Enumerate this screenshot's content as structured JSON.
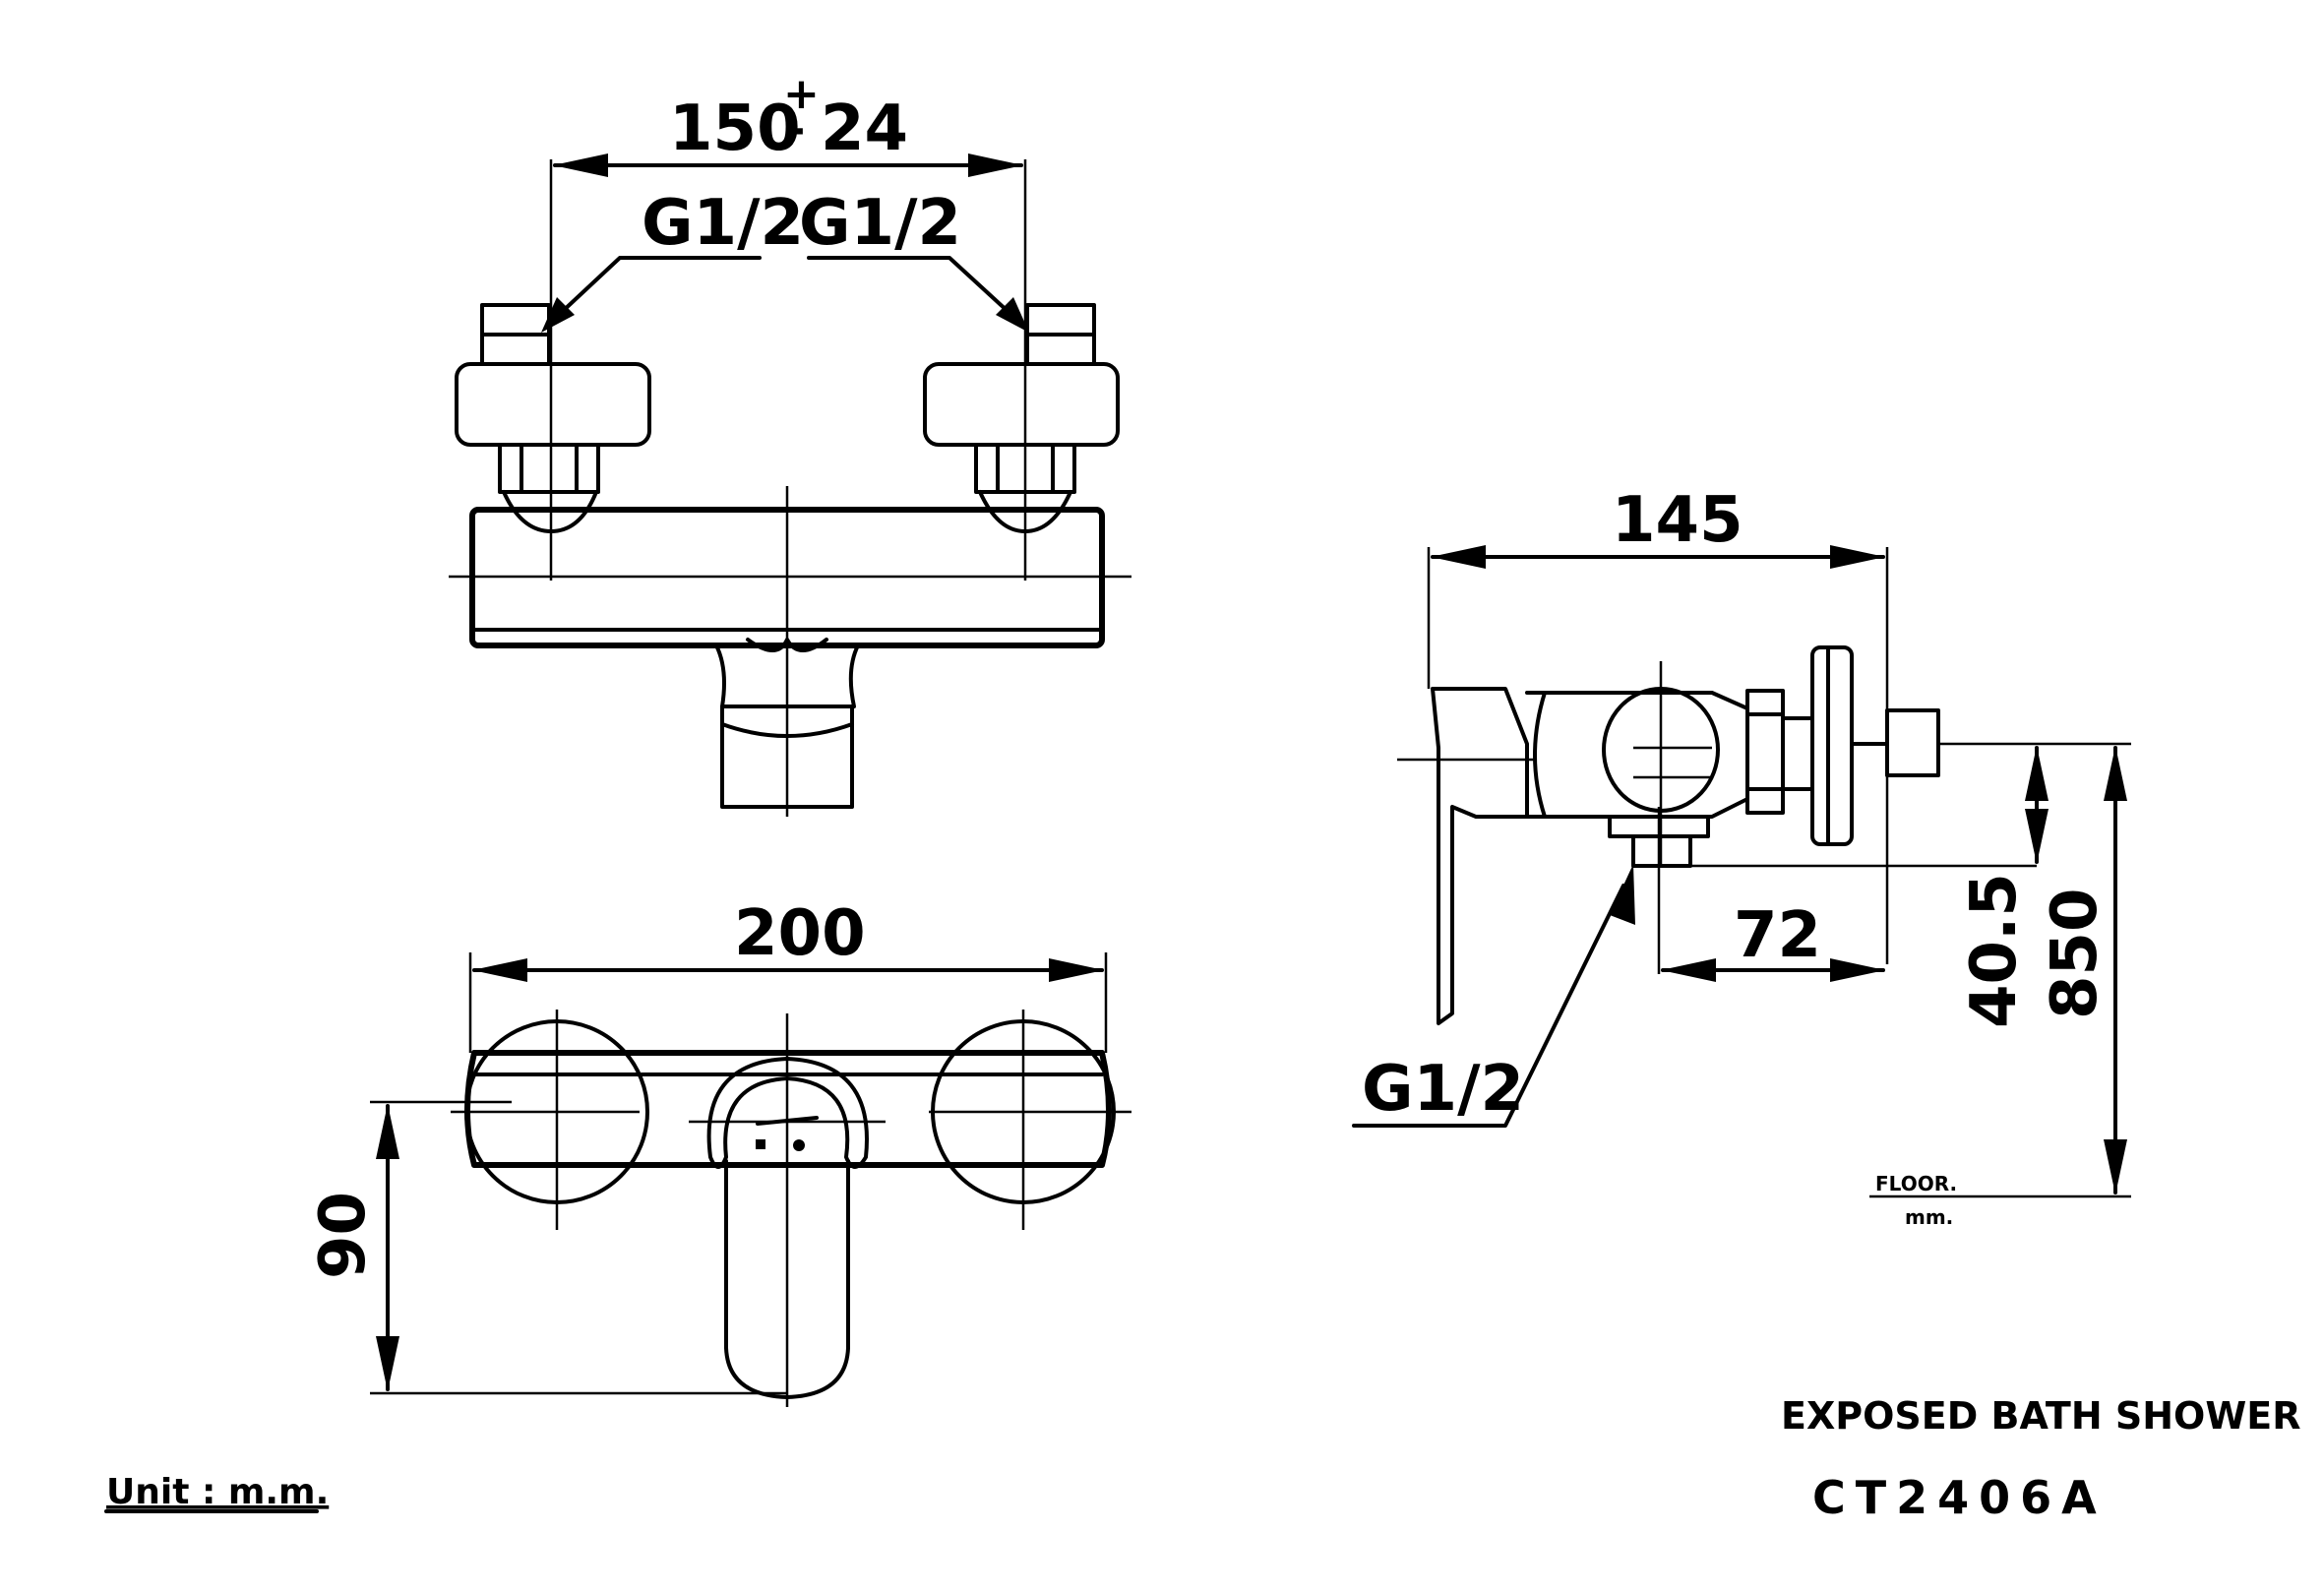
{
  "drawing": {
    "top_view": {
      "width_dim": "150",
      "tolerance_plus": "+",
      "tolerance_minus": "-",
      "tolerance_value": "24",
      "inlet_left": "G1/2",
      "inlet_right": "G1/2"
    },
    "front_view": {
      "width_dim": "200",
      "height_dim": "90"
    },
    "side_view": {
      "depth_dim": "145",
      "outlet_offset_dim": "72",
      "outlet_height_dim": "40.5",
      "floor_height_dim": "850",
      "outlet_label": "G1/2",
      "floor_label": "FLOOR.",
      "floor_unit": "mm."
    },
    "unit_note": "Unit : m.m.",
    "product_name": "EXPOSED  BATH SHOWER",
    "model": "CT2406A"
  }
}
